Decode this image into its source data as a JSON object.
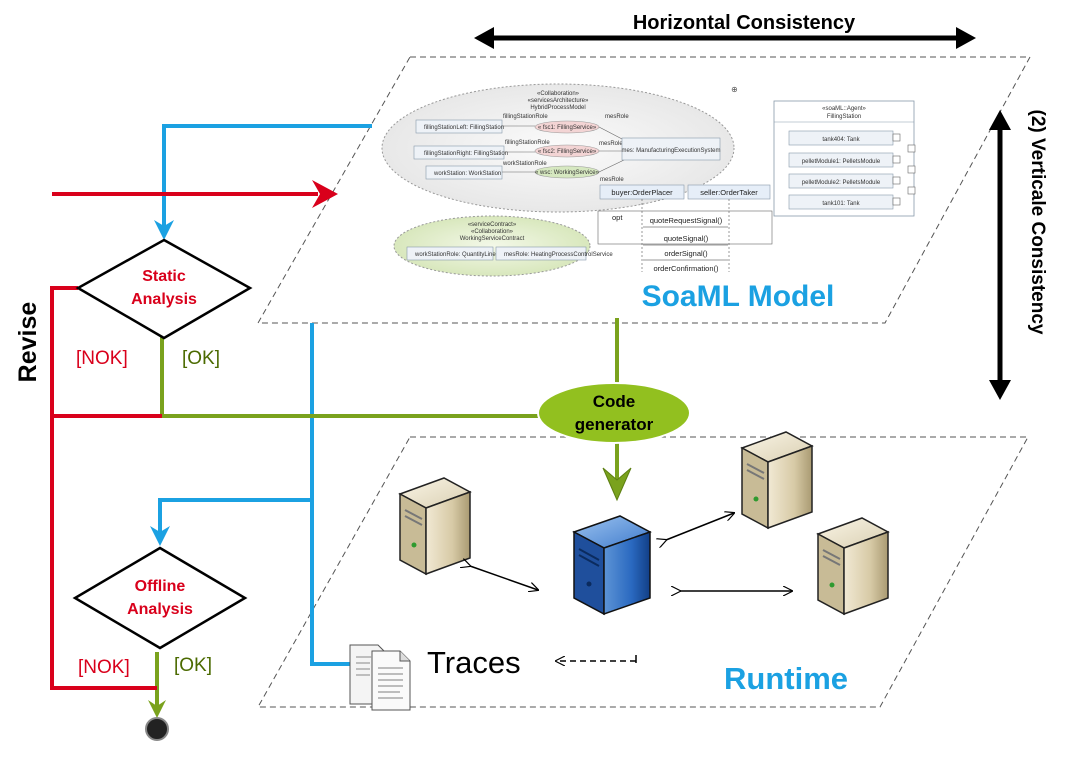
{
  "header": {
    "horizontal_consistency": "Horizontal Consistency",
    "vertical_consistency": "(2) Verticale Consistency"
  },
  "left_flow": {
    "revise": "Revise",
    "static_analysis_line1": "Static",
    "static_analysis_line2": "Analysis",
    "static_nok": "[NOK]",
    "static_ok": "[OK]",
    "offline_analysis_line1": "Offline",
    "offline_analysis_line2": "Analysis",
    "offline_nok": "[NOK]",
    "offline_ok": "[OK]"
  },
  "soaml_plane": {
    "title": "SoaML Model",
    "collab1": {
      "stereotype": "«Collaboration»",
      "stereotype2": "«servicesArchitecture»",
      "name": "HybridProcessModel",
      "left1": "fillingStationLeft: FillingStation",
      "left2": "fillingStationRight: FillingStation",
      "left3": "workStation: WorkStation",
      "role1": "fillingStationRole",
      "role2": "fillingStationRole",
      "role3": "workStationRole",
      "svc1": "« fsc1: FillingService»",
      "svc2": "« fsc2: FillingService»",
      "svc3": "« wsc: WorkingService»",
      "mes_role1": "mesRole",
      "mes_role2": "mesRole",
      "mes_role3": "mesRole",
      "mes": "mes: ManufacturingExecutionSystem"
    },
    "collab2": {
      "stereotype": "«serviceContract»",
      "stereotype2": "«Collaboration»",
      "name": "WorkingServiceContract",
      "left": "workStationRole: QuantityLineService",
      "right": "mesRole: HeatingProcessControlService"
    },
    "agent": {
      "stereotype": "«soaML::Agent»",
      "name": "FillingStation",
      "parts": [
        "tank404: Tank",
        "pelletModule1: PelletsModule",
        "pelletModule2: PelletsModule",
        "tank101: Tank"
      ]
    },
    "sequence": {
      "buyer": "buyer:OrderPlacer",
      "seller": "seller:OrderTaker",
      "frame": "opt",
      "messages": [
        "quoteRequestSignal()",
        "quoteSignal()",
        "orderSignal()",
        "orderConfirmation()"
      ]
    }
  },
  "codegen": {
    "line1": "Code",
    "line2": "generator"
  },
  "runtime_plane": {
    "title": "Runtime",
    "traces": "Traces"
  },
  "colors": {
    "revise_red": "#d9001b",
    "flow_blue": "#1ba1e2",
    "ok_green": "#7aa21d",
    "title_blue": "#1ba1e2",
    "codegen_green": "#92c01f"
  }
}
